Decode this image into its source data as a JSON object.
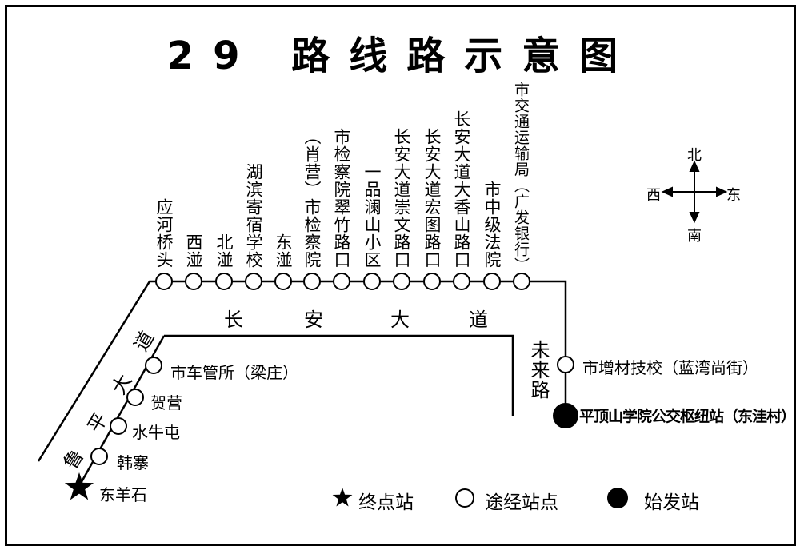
{
  "title": "29 路线路示意图",
  "stations": {
    "north_row": [
      "应河桥头",
      "西湴",
      "北湴",
      "湖滨寄宿学校",
      "东湴",
      "（肖营）市检察院",
      "市检察院翠竹路口",
      "一品澜山小区",
      "长安大道崇文路口",
      "长安大道宏图路口",
      "长安大道大香山路口",
      "市中级法院",
      "市交通运输局（广发银行）"
    ],
    "east": [
      "市增材技校（蓝湾尚街）"
    ],
    "origin": "平顶山学院公交枢纽站（东洼村）",
    "southwest": [
      "市车管所（梁庄）",
      "贺营",
      "水牛屯",
      "韩寨"
    ],
    "terminal": "东羊石"
  },
  "roads": {
    "changan": [
      "长",
      "安",
      "大",
      "道"
    ],
    "weilai": "未来路",
    "luping": [
      "道",
      "大",
      "平",
      "鲁"
    ]
  },
  "compass": {
    "north": "北",
    "south": "南",
    "east": "东",
    "west": "西"
  },
  "legend": {
    "terminal": "终点站",
    "via": "途经站点",
    "origin": "始发站"
  },
  "icons": {
    "terminal": "star-icon",
    "via": "hollow-circle-icon",
    "origin": "filled-circle-icon"
  }
}
